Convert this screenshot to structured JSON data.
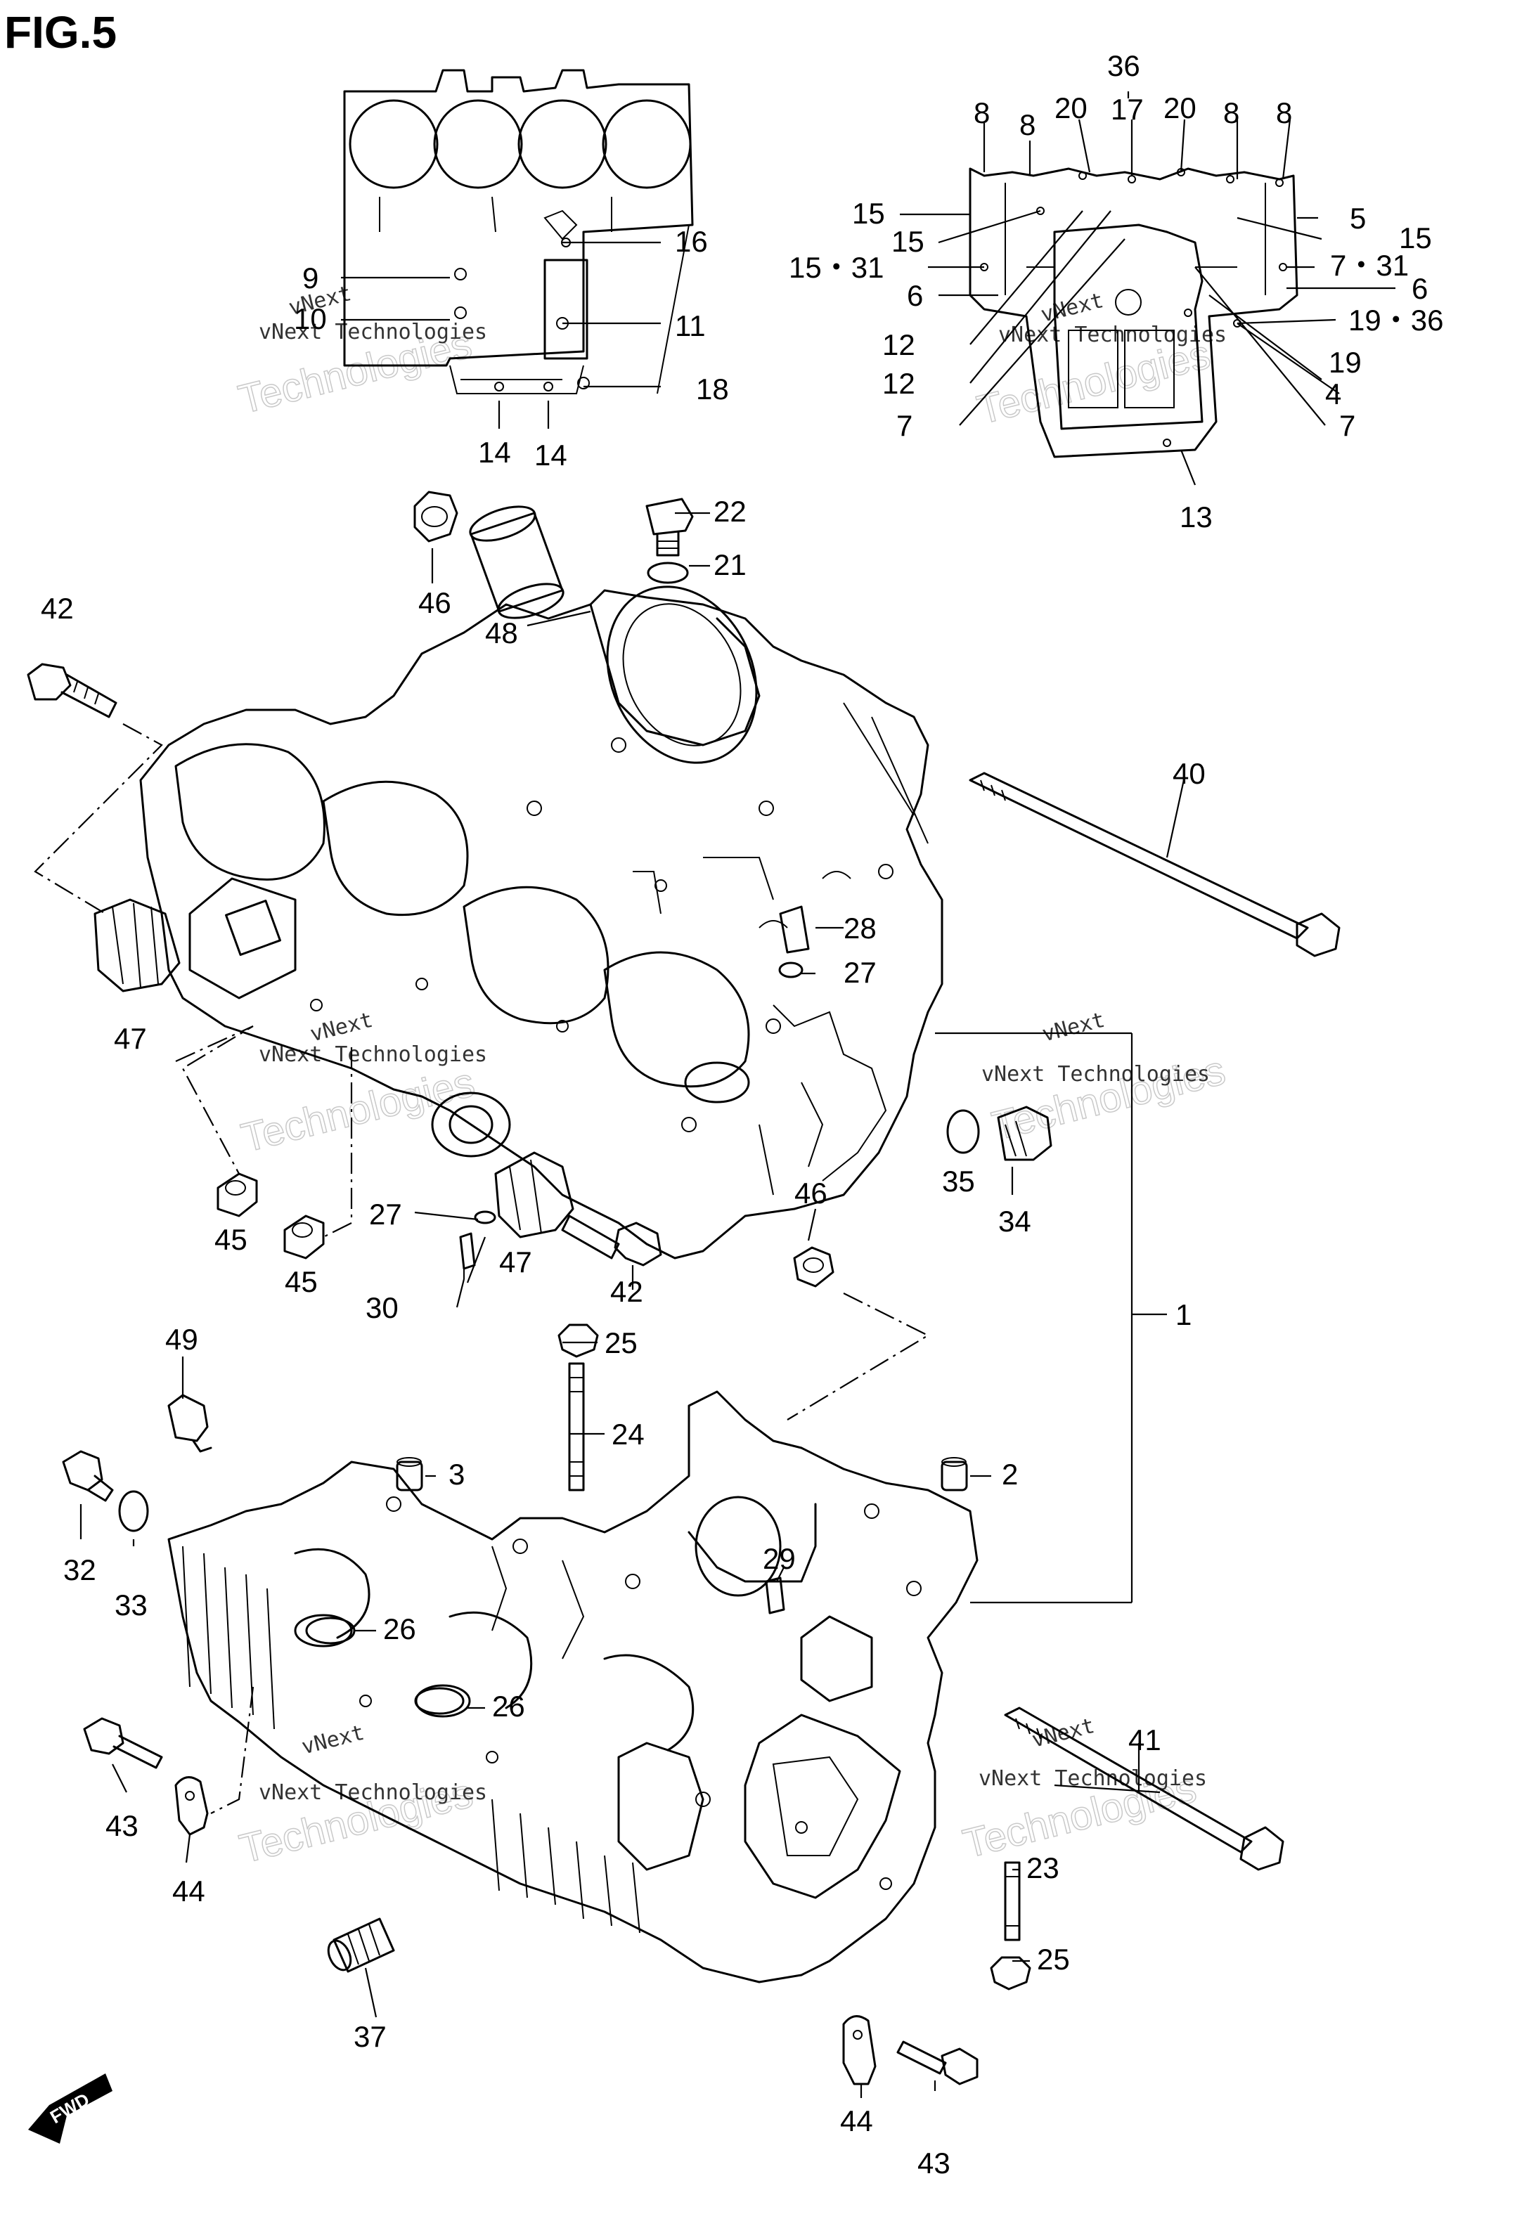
{
  "figure": {
    "title": "FIG.5"
  },
  "watermark": {
    "top_line": "vNext",
    "small_text": "vNext Technologies",
    "large_text": "Technologies"
  },
  "fwd_label": "FWD",
  "callouts": {
    "c1": "1",
    "c2": "2",
    "c3": "3",
    "c4": "4",
    "c5": "5",
    "c6a": "6",
    "c6b": "6",
    "c7a": "7",
    "c7b": "7",
    "c7_31": "7・31",
    "c8a": "8",
    "c8b": "8",
    "c8c": "8",
    "c8d": "8",
    "c9": "9",
    "c10": "10",
    "c11": "11",
    "c12a": "12",
    "c12b": "12",
    "c13": "13",
    "c14a": "14",
    "c14b": "14",
    "c15a": "15",
    "c15b": "15",
    "c15c": "15",
    "c15_31": "15・31",
    "c16": "16",
    "c17": "17",
    "c18": "18",
    "c19": "19",
    "c19_36": "19・36",
    "c20a": "20",
    "c20b": "20",
    "c21": "21",
    "c22": "22",
    "c23": "23",
    "c24": "24",
    "c25a": "25",
    "c25b": "25",
    "c26a": "26",
    "c26b": "26",
    "c27a": "27",
    "c27b": "27",
    "c28": "28",
    "c29": "29",
    "c30": "30",
    "c32": "32",
    "c33": "33",
    "c34": "34",
    "c35": "35",
    "c36": "36",
    "c37": "37",
    "c40": "40",
    "c41": "41",
    "c42a": "42",
    "c42b": "42",
    "c43a": "43",
    "c43b": "43",
    "c44a": "44",
    "c44b": "44",
    "c45a": "45",
    "c45b": "45",
    "c46a": "46",
    "c46b": "46",
    "c47a": "47",
    "c47b": "47",
    "c48": "48",
    "c49": "49"
  }
}
